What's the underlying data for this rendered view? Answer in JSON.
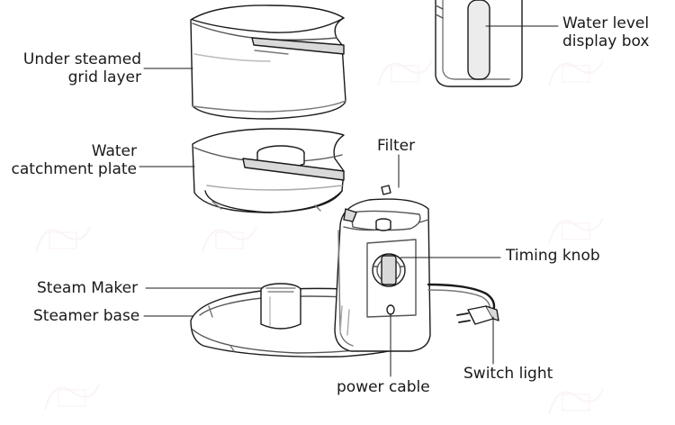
{
  "labels": {
    "under_steamed_grid_layer": "Under steamed\ngrid layer",
    "water_catchment_plate": "Water\ncatchment plate",
    "steam_maker": "Steam Maker",
    "steamer_base": "Steamer base",
    "water_level_display_box": "Water level\ndisplay box",
    "filter": "Filter",
    "timing_knob": "Timing knob",
    "switch_light": "Switch light",
    "power_cable": "power cable"
  },
  "colors": {
    "line": "#1a1a1a",
    "part_fill": "#ffffff",
    "shade": "#d9d9d9",
    "dark_shade": "#9a9a9a",
    "watermark": "#e8c4cf"
  }
}
